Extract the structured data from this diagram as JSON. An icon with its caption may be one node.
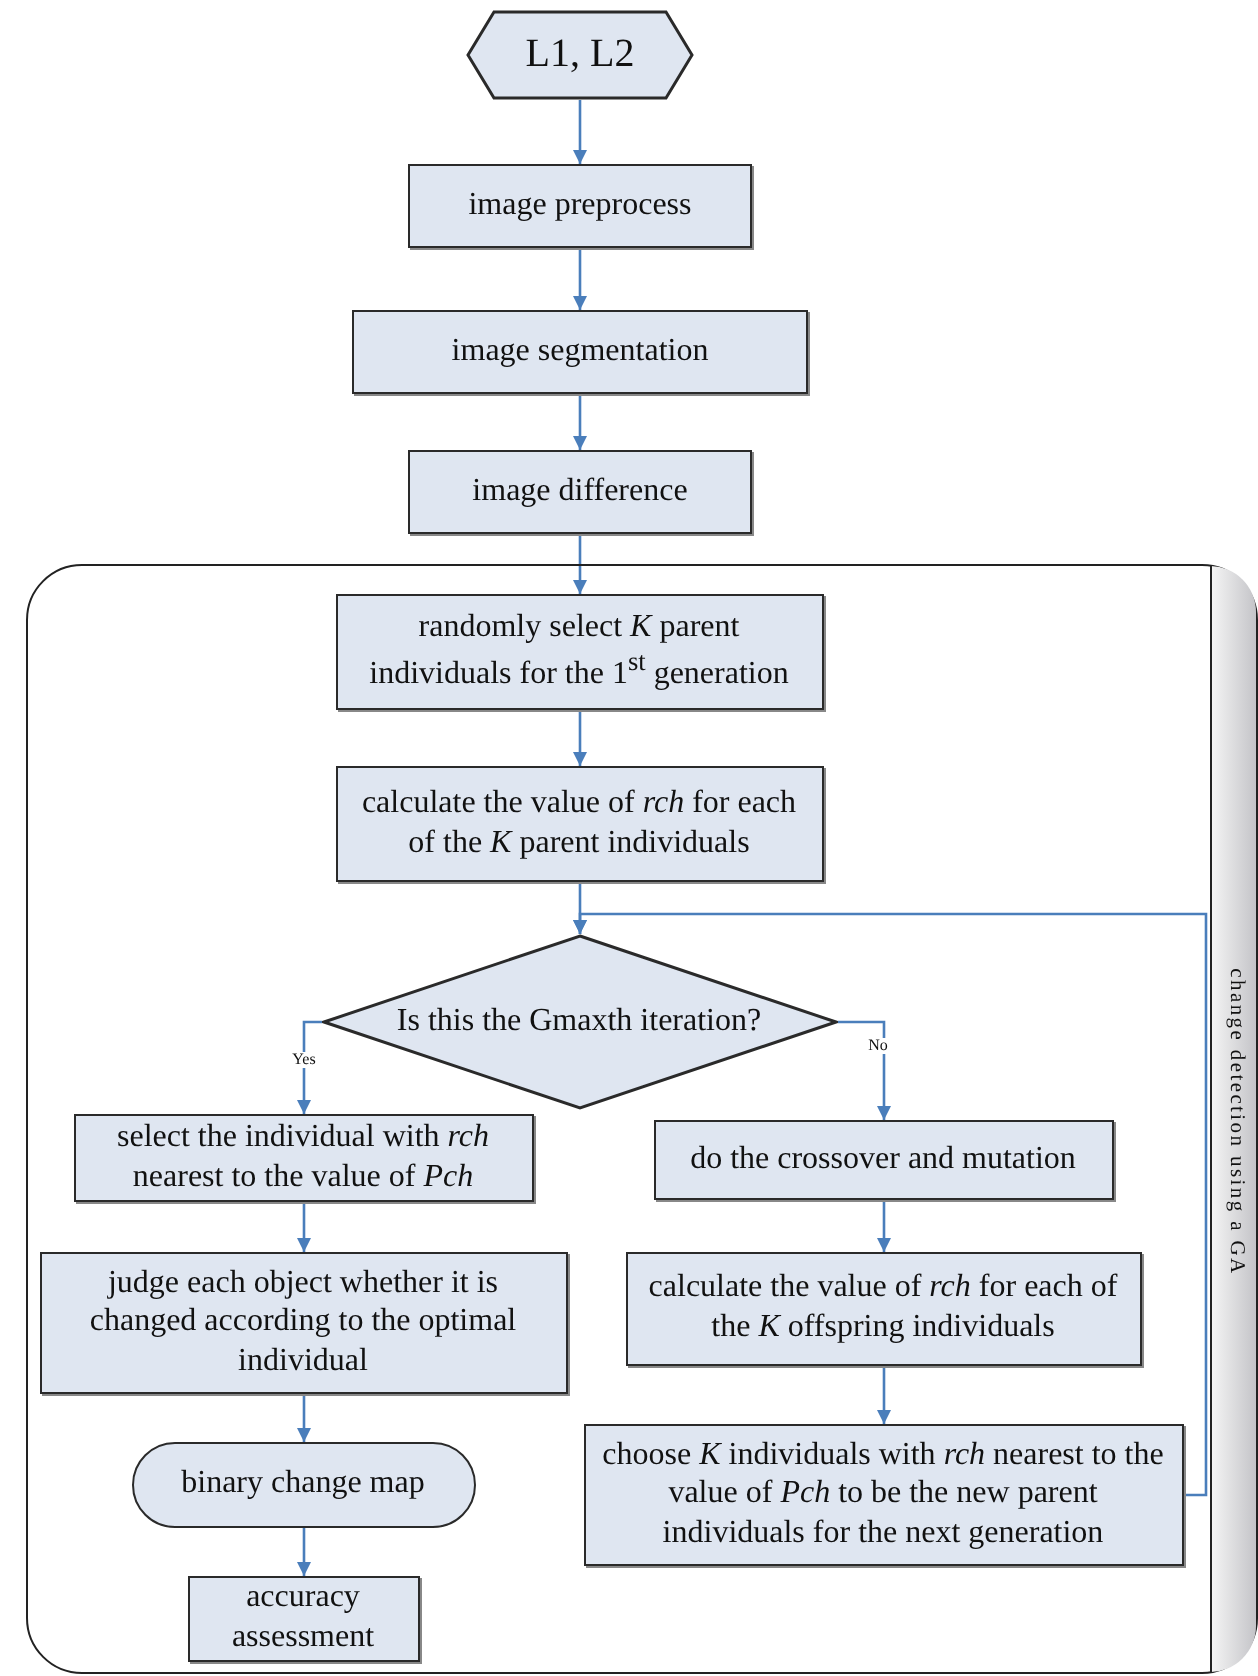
{
  "diagram": {
    "nodes": [
      {
        "text": [
          "L1, L2"
        ]
      },
      {
        "text": [
          "image preprocess"
        ]
      },
      {
        "text": [
          "image segmentation"
        ]
      },
      {
        "text": [
          "image difference"
        ]
      },
      {
        "text": [
          "change detection using a GA"
        ]
      },
      {
        "text": [
          "randomly select *K* parent individuals for the 1$^{st}$ generation"
        ],
        "in": 4
      },
      {
        "text": [
          "calculate the value of *rch* for each of the *K* parent individuals"
        ],
        "in": 4
      },
      {
        "text": [
          "Is this the Gmaxth iteration?"
        ],
        "in": 4
      },
      {
        "text": [
          "select the individual with *rch* nearest to the value of *Pch*"
        ],
        "in": 4
      },
      {
        "text": [
          "judge each object whether it is changed according to the optimal individual"
        ],
        "in": 4
      },
      {
        "text": [
          "binary change map"
        ],
        "in": 4
      },
      {
        "text": [
          "accuracy assessment"
        ],
        "in": 4
      },
      {
        "text": [
          "do the crossover and mutation"
        ],
        "in": 4
      },
      {
        "text": [
          "calculate the value of *rch* for each of the *K* offspring individuals"
        ],
        "in": 4
      },
      {
        "text": [
          "choose *K* individuals with *rch* nearest to the value of *Pch* to be the new parent individuals for the next generation"
        ],
        "in": 4
      }
    ],
    "edges": [
      {
        "from": 0,
        "to": 1,
        "arrow": "to"
      },
      {
        "from": 1,
        "to": 2,
        "arrow": "to"
      },
      {
        "from": 2,
        "to": 3,
        "arrow": "to"
      },
      {
        "from": 3,
        "to": 5,
        "arrow": "to"
      },
      {
        "from": 5,
        "to": 6,
        "arrow": "to"
      },
      {
        "from": 6,
        "to": 7,
        "arrow": "to"
      },
      {
        "from": 7,
        "to": 8,
        "label": "Yes",
        "arrow": "to"
      },
      {
        "from": 7,
        "to": 12,
        "label": "No",
        "arrow": "to"
      },
      {
        "from": 8,
        "to": 9,
        "arrow": "to"
      },
      {
        "from": 9,
        "to": 10,
        "arrow": "to"
      },
      {
        "from": 10,
        "to": 11,
        "arrow": "to"
      },
      {
        "from": 12,
        "to": 13,
        "arrow": "to"
      },
      {
        "from": 13,
        "to": 14,
        "arrow": "to"
      },
      {
        "from": 14,
        "to": 7,
        "arrow": "to"
      }
    ]
  }
}
